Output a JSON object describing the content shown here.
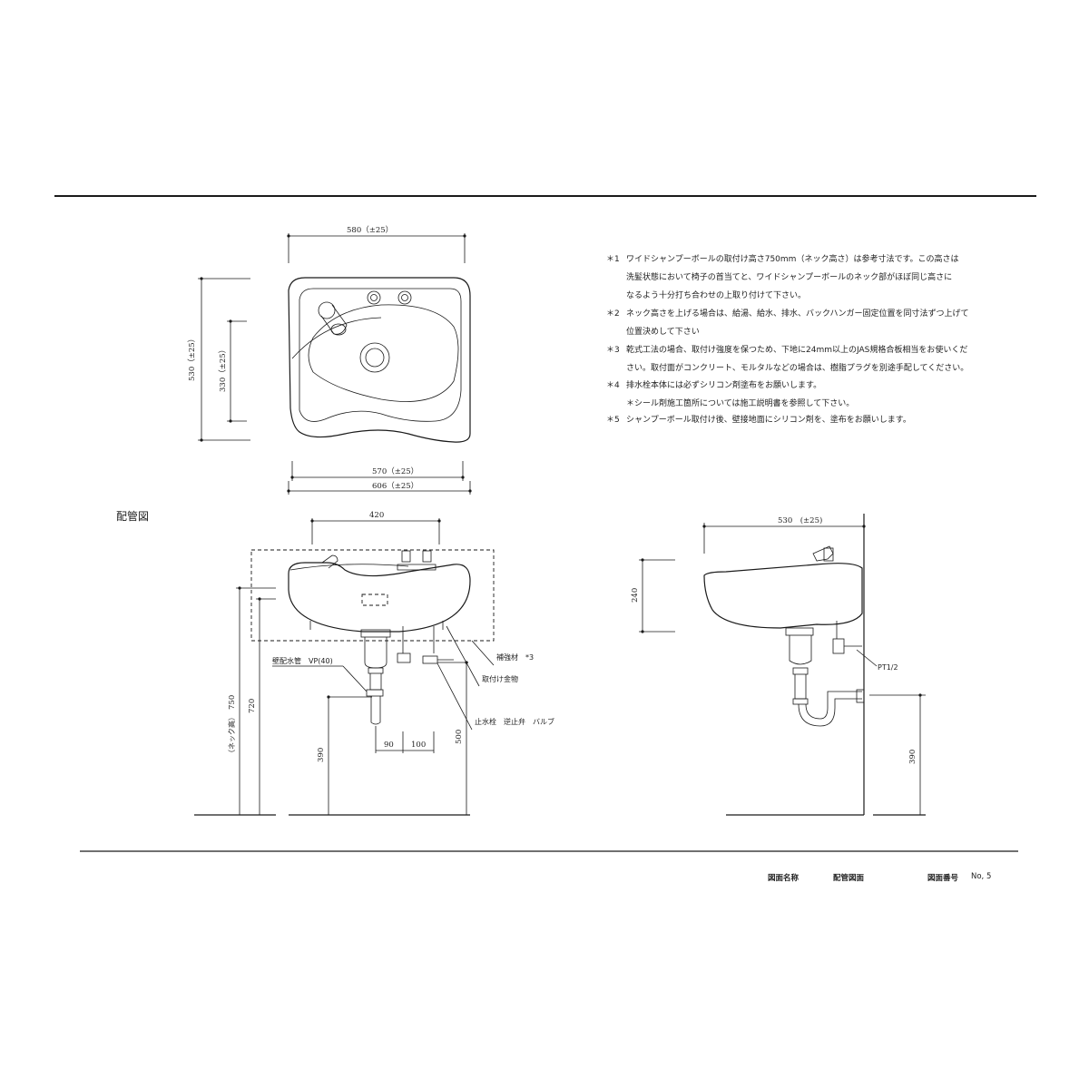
{
  "notes": [
    {
      "mark": "＊1",
      "text": "ワイドシャンプーボールの取付け高さ750mm（ネック高さ）は参考寸法です。この高さは"
    },
    {
      "mark": "",
      "text": "洗髪状態において椅子の首当てと、ワイドシャンプーボールのネック部がほぼ同じ高さに"
    },
    {
      "mark": "",
      "text": "なるよう十分打ち合わせの上取り付けて下さい。"
    },
    {
      "mark": "＊2",
      "text": "ネック高さを上げる場合は、給湯、給水、排水、バックハンガー固定位置を同寸法ずつ上げて"
    },
    {
      "mark": "",
      "text": "位置決めして下さい"
    },
    {
      "mark": "＊3",
      "text": "乾式工法の場合、取付け強度を保つため、下地に24mm以上のJAS規格合板相当をお使いくだ"
    },
    {
      "mark": "",
      "text": "さい。取付面がコンクリート、モルタルなどの場合は、樹脂プラグを別途手配してください。"
    },
    {
      "mark": "＊4",
      "text": "排水栓本体には必ずシリコン剤塗布をお願いします。"
    },
    {
      "mark": "",
      "text": "＊シール剤施工箇所については施工説明書を参照して下さい。"
    },
    {
      "mark": "＊5",
      "text": "シャンプーボール取付け後、壁接地面にシリコン剤を、塗布をお願いします。"
    }
  ],
  "section_title": "配管図",
  "dims": {
    "top_580": "580（±25）",
    "left_530": "530（±25）",
    "left_330": "330（±25）",
    "bottom_570": "570（±25）",
    "bottom_606": "606（±25）",
    "front_420": "420",
    "front_750": "750",
    "front_neck": "（ネック高）",
    "front_720": "720",
    "front_390": "390",
    "front_500": "500",
    "front_90": "90",
    "front_100": "100",
    "side_530": "530　(±25)",
    "side_240": "240",
    "side_390": "390"
  },
  "labels": {
    "reinforce": "補強材　*3",
    "bracket": "取付け金物",
    "valve": "止水栓　逆止弁　バルブ",
    "drain_pipe": "壁配水管　VP(40)",
    "pt": "PT1/2"
  },
  "footer": {
    "name_label": "図面名称",
    "name_value": "配管図面",
    "number_label": "図面番号",
    "number_value": "No, 5"
  }
}
